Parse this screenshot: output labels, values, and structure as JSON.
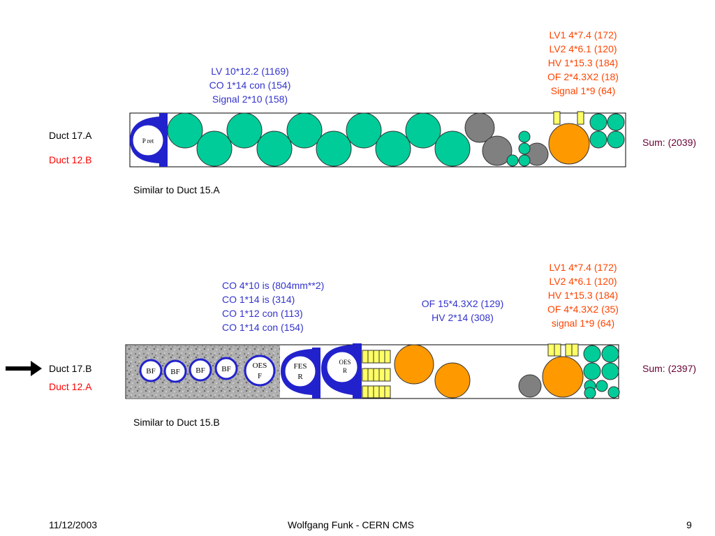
{
  "slide_number": "9",
  "footer": {
    "date": "11/12/2003",
    "author": "Wolfgang Funk - CERN  CMS"
  },
  "colors": {
    "cable_green": "#00cc99",
    "cable_gray": "#808080",
    "cable_orange": "#ff9900",
    "connector_yellow": "#ffff66",
    "pipe_blue": "#2222cc",
    "text_blue": "#3333cc",
    "text_red": "#ff0000",
    "text_orange": "#ff4400",
    "text_plum": "#660033"
  },
  "duct_a": {
    "label_primary": "Duct 17.A",
    "label_secondary": "Duct 12.B",
    "note": "Similar to Duct 15.A",
    "sum": "Sum: (2039)",
    "left_group": [
      "LV 10*12.2 (1169)",
      "CO 1*14 con (154)",
      "Signal 2*10 (158)"
    ],
    "right_group": [
      "LV1  4*7.4 (172)",
      "LV2  4*6.1 (120)",
      "HV 1*15.3 (184)",
      "OF 2*4.3X2 (18)",
      "Signal 1*9 (64)"
    ],
    "pipe_label": "P ret"
  },
  "duct_b": {
    "label_primary": "Duct 17.B",
    "label_secondary": "Duct 12.A",
    "note": "Similar to Duct 15.B",
    "sum": "Sum: (2397)",
    "left_group": [
      "CO 4*10 is (804mm**2)",
      "CO 1*14 is (314)",
      "CO 1*12 con (113)",
      "CO 1*14 con (154)"
    ],
    "middle_group": [
      "OF 15*4.3X2 (129)",
      "HV 2*14 (308)"
    ],
    "right_group": [
      "LV1  4*7.4 (172)",
      "LV2  4*6.1 (120)",
      "HV 1*15.3 (184)",
      "OF 4*4.3X2 (35)",
      "signal 1*9 (64)"
    ],
    "bf_labels": [
      "BF",
      "BF",
      "BF",
      "BF"
    ],
    "oesf_label": [
      "OES",
      "F"
    ],
    "fesr_label": [
      "FES",
      "R"
    ],
    "oesr_label": [
      "OES",
      "R"
    ]
  }
}
